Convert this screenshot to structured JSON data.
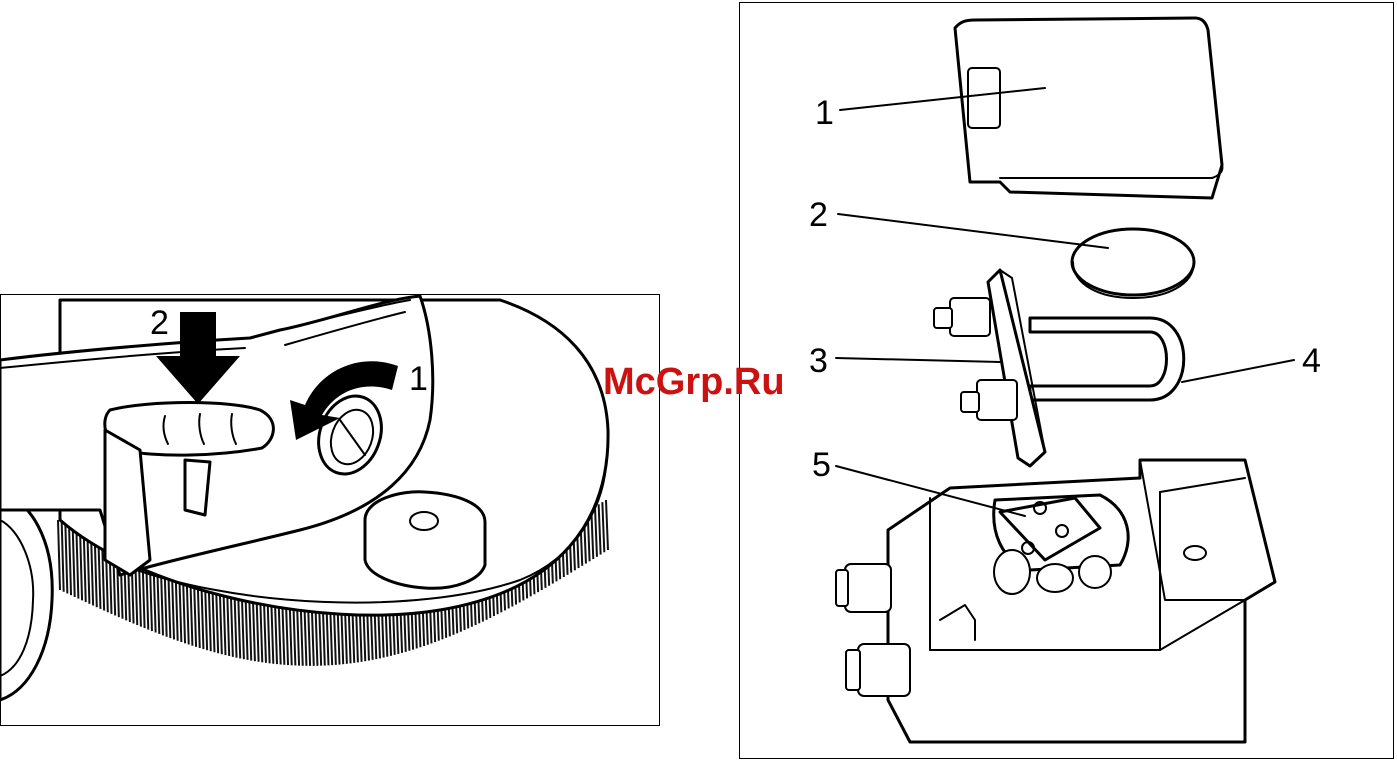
{
  "watermark": {
    "text": "McGrp.Ru",
    "color": "#cc1111"
  },
  "left_panel": {
    "callouts": [
      {
        "id": "1",
        "text": "1"
      },
      {
        "id": "2",
        "text": "2"
      }
    ]
  },
  "right_panel": {
    "callouts": [
      {
        "id": "1",
        "text": "1"
      },
      {
        "id": "2",
        "text": "2"
      },
      {
        "id": "3",
        "text": "3"
      },
      {
        "id": "4",
        "text": "4"
      },
      {
        "id": "5",
        "text": "5"
      }
    ]
  },
  "colors": {
    "line": "#000000",
    "background": "#ffffff",
    "bristle": "#111111"
  }
}
